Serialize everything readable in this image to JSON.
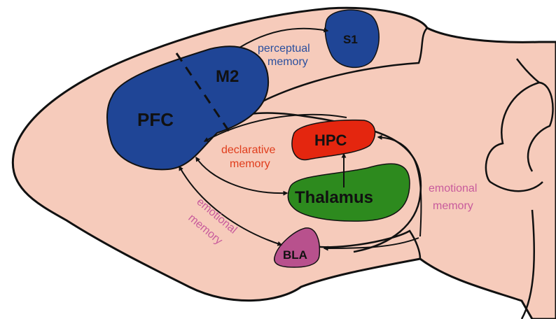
{
  "colors": {
    "brain_fill": "#f6cbbb",
    "outline": "#111111",
    "cortex_blue": "#1f4596",
    "hpc_red": "#e4260f",
    "thalamus_green": "#2d8a1e",
    "bla_magenta": "#b8518d",
    "perceptual_text": "#2a4f9e",
    "declarative_text": "#e03d1c",
    "emotional_text": "#c85b9c"
  },
  "regions": {
    "pfc": "PFC",
    "m2": "M2",
    "s1": "S1",
    "hpc": "HPC",
    "thalamus": "Thalamus",
    "bla": "BLA"
  },
  "annotations": {
    "perceptual_line1": "perceptual",
    "perceptual_line2": "memory",
    "declarative_line1": "declarative",
    "declarative_line2": "memory",
    "emotional_right_line1": "emotional",
    "emotional_right_line2": "memory",
    "emotional_left_line1": "emotional",
    "emotional_left_line2": "memory"
  }
}
